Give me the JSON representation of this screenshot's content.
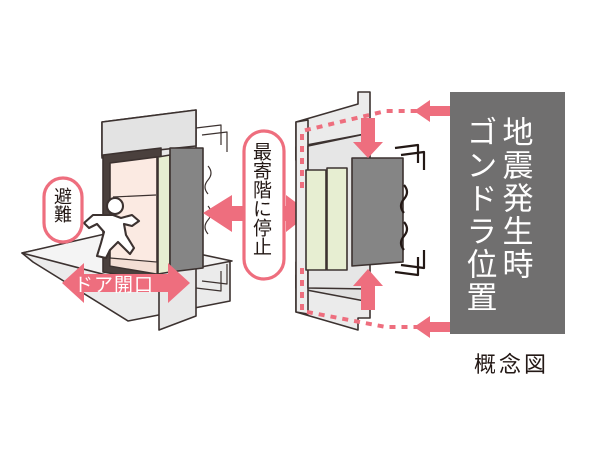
{
  "diagram": {
    "title_caption": "概念図",
    "right_panel": {
      "column_right": "地震発生時",
      "column_left": "ゴンドラ位置"
    },
    "callouts": {
      "evacuate": "避難",
      "stop_nearest_floor": "最寄階に停止",
      "door_opening": "ドア開口"
    },
    "colors": {
      "accent_pink": "#ee6e7e",
      "panel_gray": "#706f6f",
      "car_gray": "#858585",
      "wall_light": "#e8e8e8",
      "floor_gray": "#dcdcdc",
      "door_green": "#e7eed2",
      "interior_peach": "#fbeae2",
      "outline_dark": "#3c3230",
      "text_dark": "#231815",
      "text_white": "#ffffff",
      "background": "#ffffff"
    },
    "icons": {
      "running_person": "running-person-icon",
      "shake_lines": "vibration-lines-icon",
      "arrow_left": "arrow-left-icon",
      "arrow_down": "arrow-down-icon",
      "arrow_up": "arrow-up-icon",
      "double_arrow": "double-arrow-icon"
    }
  }
}
